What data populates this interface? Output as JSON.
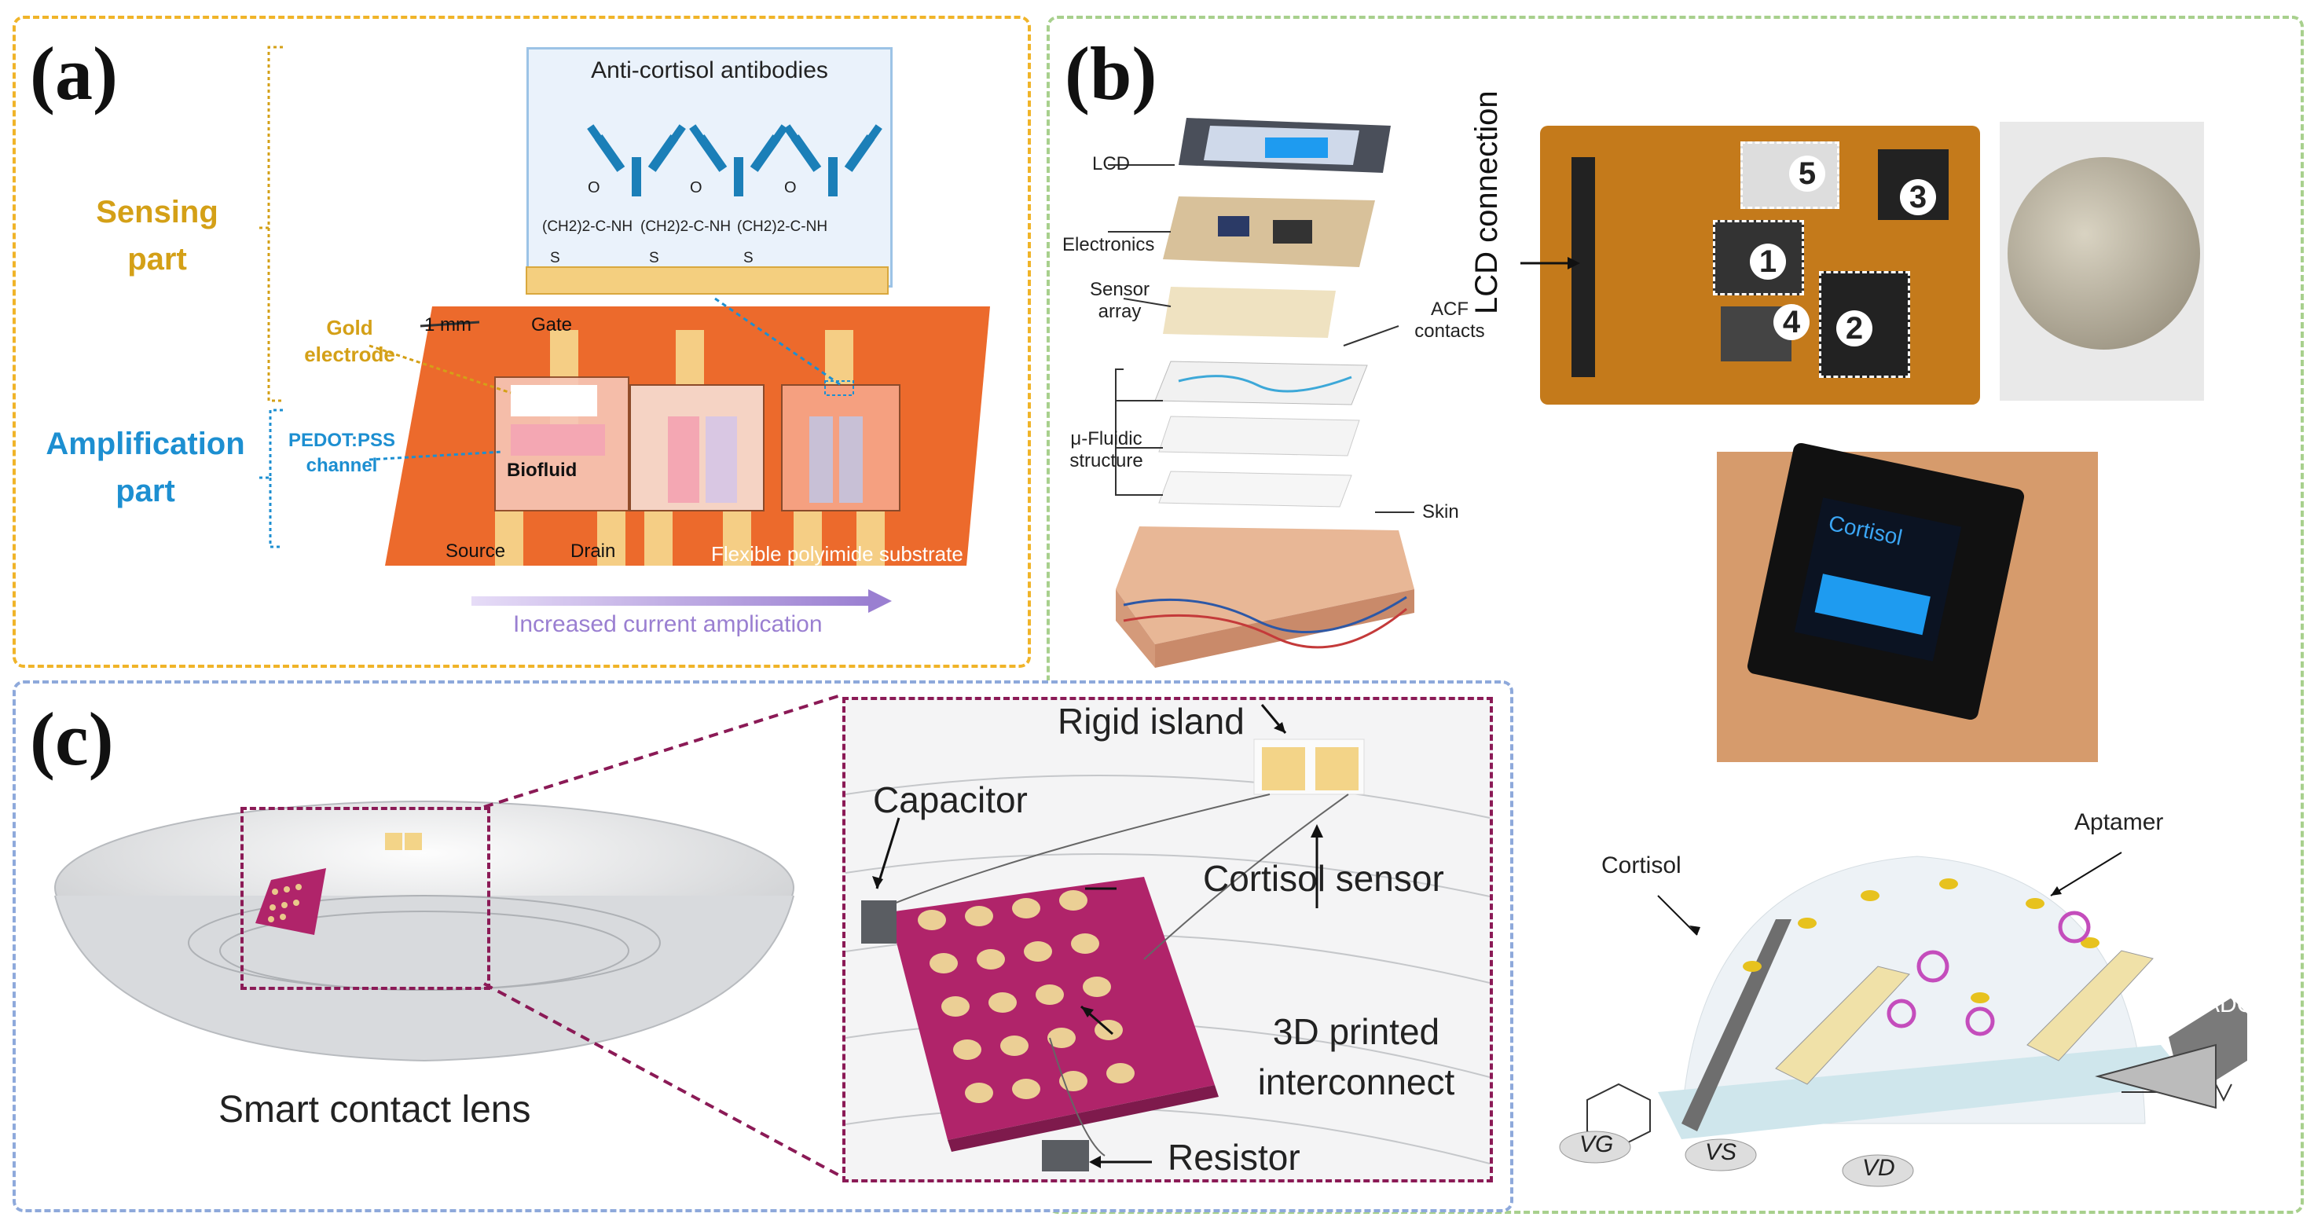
{
  "panel_a": {
    "letter": "(a)",
    "sensing_part": [
      "Sensing",
      "part"
    ],
    "amplification_part": [
      "Amplification",
      "part"
    ],
    "antibody_box_title": "Anti-cortisol antibodies",
    "chem_linker": "(CH2)2-C-NH",
    "chem_o": "O",
    "chem_s": "S",
    "gold_electrode": [
      "Gold",
      "electrode"
    ],
    "scale_bar": "1 mm",
    "gate": "Gate",
    "pedot_channel": [
      "PEDOT:PSS",
      "channel"
    ],
    "biofluid": "Biofluid",
    "source": "Source",
    "drain": "Drain",
    "substrate": "Flexible polyimide substrate",
    "arrow_caption": "Increased current amplication",
    "colors": {
      "frame": "#f0b429",
      "sensing": "#d4a017",
      "amplification": "#1d8fd1",
      "substrate": "#ec6a2c",
      "arrow": "#9a7fd1"
    }
  },
  "panel_b": {
    "letter": "(b)",
    "layers": [
      "LCD",
      "Electronics",
      "Sensor array",
      "ACF contacts",
      "μ-Fluidic structure",
      "Skin"
    ],
    "lcd_screen_text": "Cortisol",
    "lcd_connection": "LCD connection",
    "chip_numbers": [
      "1",
      "2",
      "3",
      "4",
      "5"
    ],
    "fet_labels": {
      "cortisol": "Cortisol",
      "aptamer": "Aptamer",
      "adc": "ADC",
      "vg": "VG",
      "vs": "VS",
      "vd": "VD"
    },
    "colors": {
      "frame": "#a8d08d",
      "pcb": "#c47a1b",
      "lcd_blue": "#1e9bf0"
    }
  },
  "panel_c": {
    "letter": "(c)",
    "smart_contact_lens": "Smart contact lens",
    "rigid_island": "Rigid island",
    "capacitor": "Capacitor",
    "cortisol_sensor": "Cortisol sensor",
    "interconnect": [
      "3D printed",
      "interconnect"
    ],
    "resistor": "Resistor",
    "colors": {
      "frame": "#8ea9db",
      "zoom_box": "#8b1a56",
      "patch": "#b0246a",
      "pad": "#e9c98a"
    }
  }
}
